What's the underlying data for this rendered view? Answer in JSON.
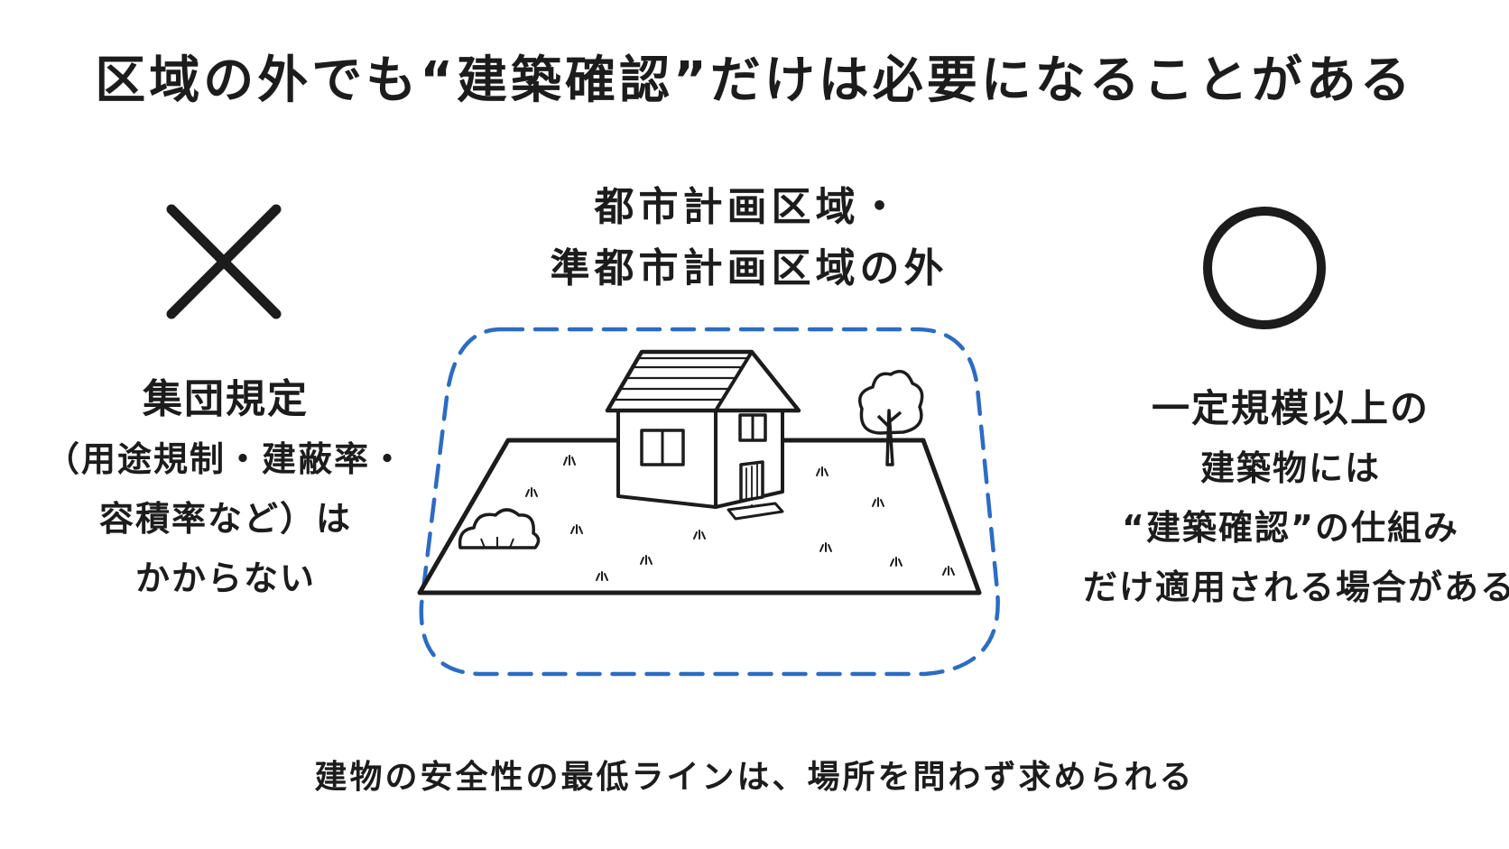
{
  "title": "区域の外でも“建築確認”だけは必要になることがある",
  "center": {
    "heading_lines": [
      "都市計画区域・",
      "準都市計画区域の外"
    ],
    "boundary_color": "#2b6cc4"
  },
  "left": {
    "mark_icon": "cross-mark-icon",
    "lines": [
      "集団規定",
      "（用途規制・建蔽率・",
      "容積率など）は",
      "かからない"
    ]
  },
  "right": {
    "mark_icon": "circle-mark-icon",
    "lines": [
      "一定規模以上の",
      "建築物には",
      "“建築確認”の仕組み",
      "だけ適用される場合がある"
    ]
  },
  "footer": "建物の安全性の最低ラインは、場所を問わず求められる"
}
